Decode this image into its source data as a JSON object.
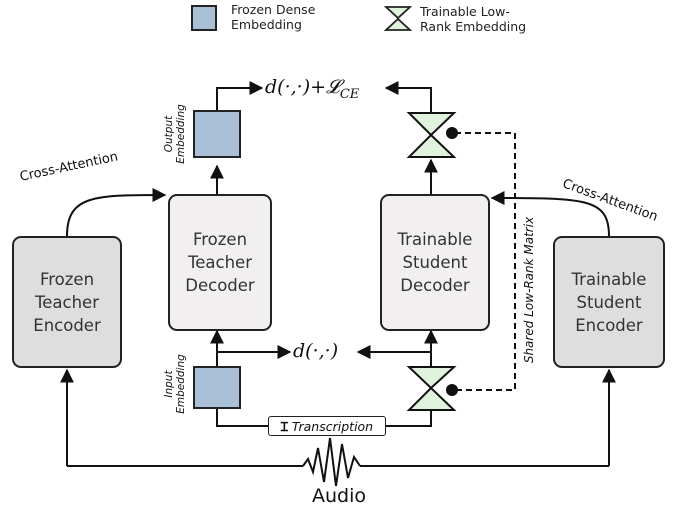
{
  "legend": {
    "frozen_dense": "Frozen Dense\nEmbedding",
    "trainable_lowrank": "Trainable Low-\nRank Embedding"
  },
  "labels": {
    "teacher_encoder": "Frozen\nTeacher\nEncoder",
    "teacher_decoder": "Frozen\nTeacher\nDecoder",
    "student_decoder": "Trainable\nStudent\nDecoder",
    "student_encoder": "Trainable\nStudent\nEncoder",
    "output_embedding": "Output\nEmbedding",
    "input_embedding": "Input\nEmbedding",
    "cross_attention_left": "Cross-Attention",
    "cross_attention_right": "Cross-Attention",
    "shared_matrix": "Shared Low-Rank Matrix",
    "transcription": "Transcription",
    "audio": "Audio",
    "top_loss": "d(·,·)+𝓛",
    "top_loss_sub": "CE",
    "mid_loss": "d(·,·)"
  },
  "colors": {
    "frozen_blue": "#a9c0d6",
    "trainable_green": "#dff2dc",
    "encoder_gray": "#dedede",
    "decoder_gray": "#f1efef"
  }
}
